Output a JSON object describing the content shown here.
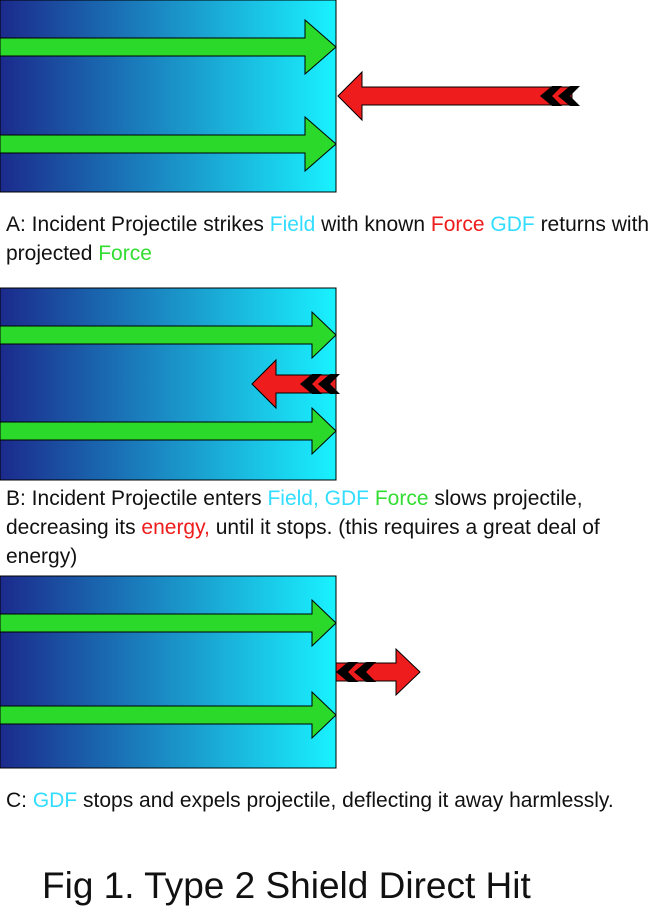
{
  "colors": {
    "field_dark": "#1b2a8c",
    "field_light": "#19f2ff",
    "force_arrow": "#2bd92b",
    "projectile": "#ee1c1c",
    "fletching": "#000000",
    "highlight_cyan": "#33ddff",
    "highlight_red": "#ee1c1c",
    "highlight_green": "#33dd33"
  },
  "panels": {
    "a": {
      "caption": {
        "t1": "A: Incident Projectile strikes ",
        "field": "Field",
        "t2": " with known ",
        "force1": "Force",
        "t3": " ",
        "gdf": "GDF",
        "t4": " returns with projected ",
        "force2": "Force"
      }
    },
    "b": {
      "caption": {
        "t1": "B: Incident Projectile enters ",
        "field_gdf": "Field, GDF",
        "t2": " ",
        "force": "Force",
        "t3": " slows projectile, decreasing its ",
        "energy": "energy,",
        "t4": " until it stops. (this requires a great deal of energy)"
      }
    },
    "c": {
      "caption": {
        "t1": "C: ",
        "gdf": "GDF",
        "t2": " stops and expels projectile, deflecting it away harmlessly."
      }
    }
  },
  "figure_title": "Fig 1.  Type 2 Shield Direct Hit"
}
